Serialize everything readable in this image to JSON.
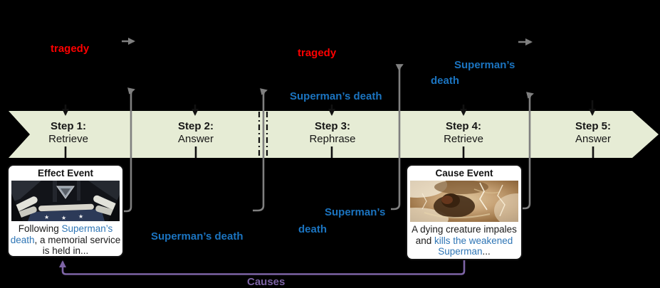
{
  "colors": {
    "background": "#000000",
    "banner_fill": "#e6ecd5",
    "accent_blue": "#1b74c0",
    "card_text_blue": "#2e75b5",
    "accent_red": "#ff0000",
    "connector_gray": "#7f7f7f",
    "causes_purple": "#7d64a5"
  },
  "banner": {
    "steps": [
      {
        "title": "Step 1:",
        "action": "Retrieve"
      },
      {
        "title": "Step 2:",
        "action": "Answer"
      },
      {
        "title": "Step 3:",
        "action": "Rephrase"
      },
      {
        "title": "Step 4:",
        "action": "Retrieve"
      },
      {
        "title": "Step 5:",
        "action": "Answer"
      }
    ]
  },
  "annotations": {
    "tragedy_left": "tragedy",
    "tragedy_mid": "tragedy",
    "superman_death_step3": "Superman’s death",
    "superman_death_step4_line1": "Superman’s",
    "superman_death_step4_line2": "death",
    "superman_death_mid_line1": "Superman’s",
    "superman_death_mid_line2": "death",
    "superman_death_step2": "Superman’s death",
    "causes_label": "Causes"
  },
  "cards": {
    "effect": {
      "title": "Effect Event",
      "caption": [
        {
          "text": "Following "
        },
        {
          "text": "Superman’s death"
        },
        {
          "text": ", a memorial service is held in..."
        }
      ]
    },
    "cause": {
      "title": "Cause Event",
      "caption": [
        {
          "text": "A dying creature impales and "
        },
        {
          "text": "kills the weakened Superman"
        },
        {
          "text": "..."
        }
      ]
    }
  }
}
